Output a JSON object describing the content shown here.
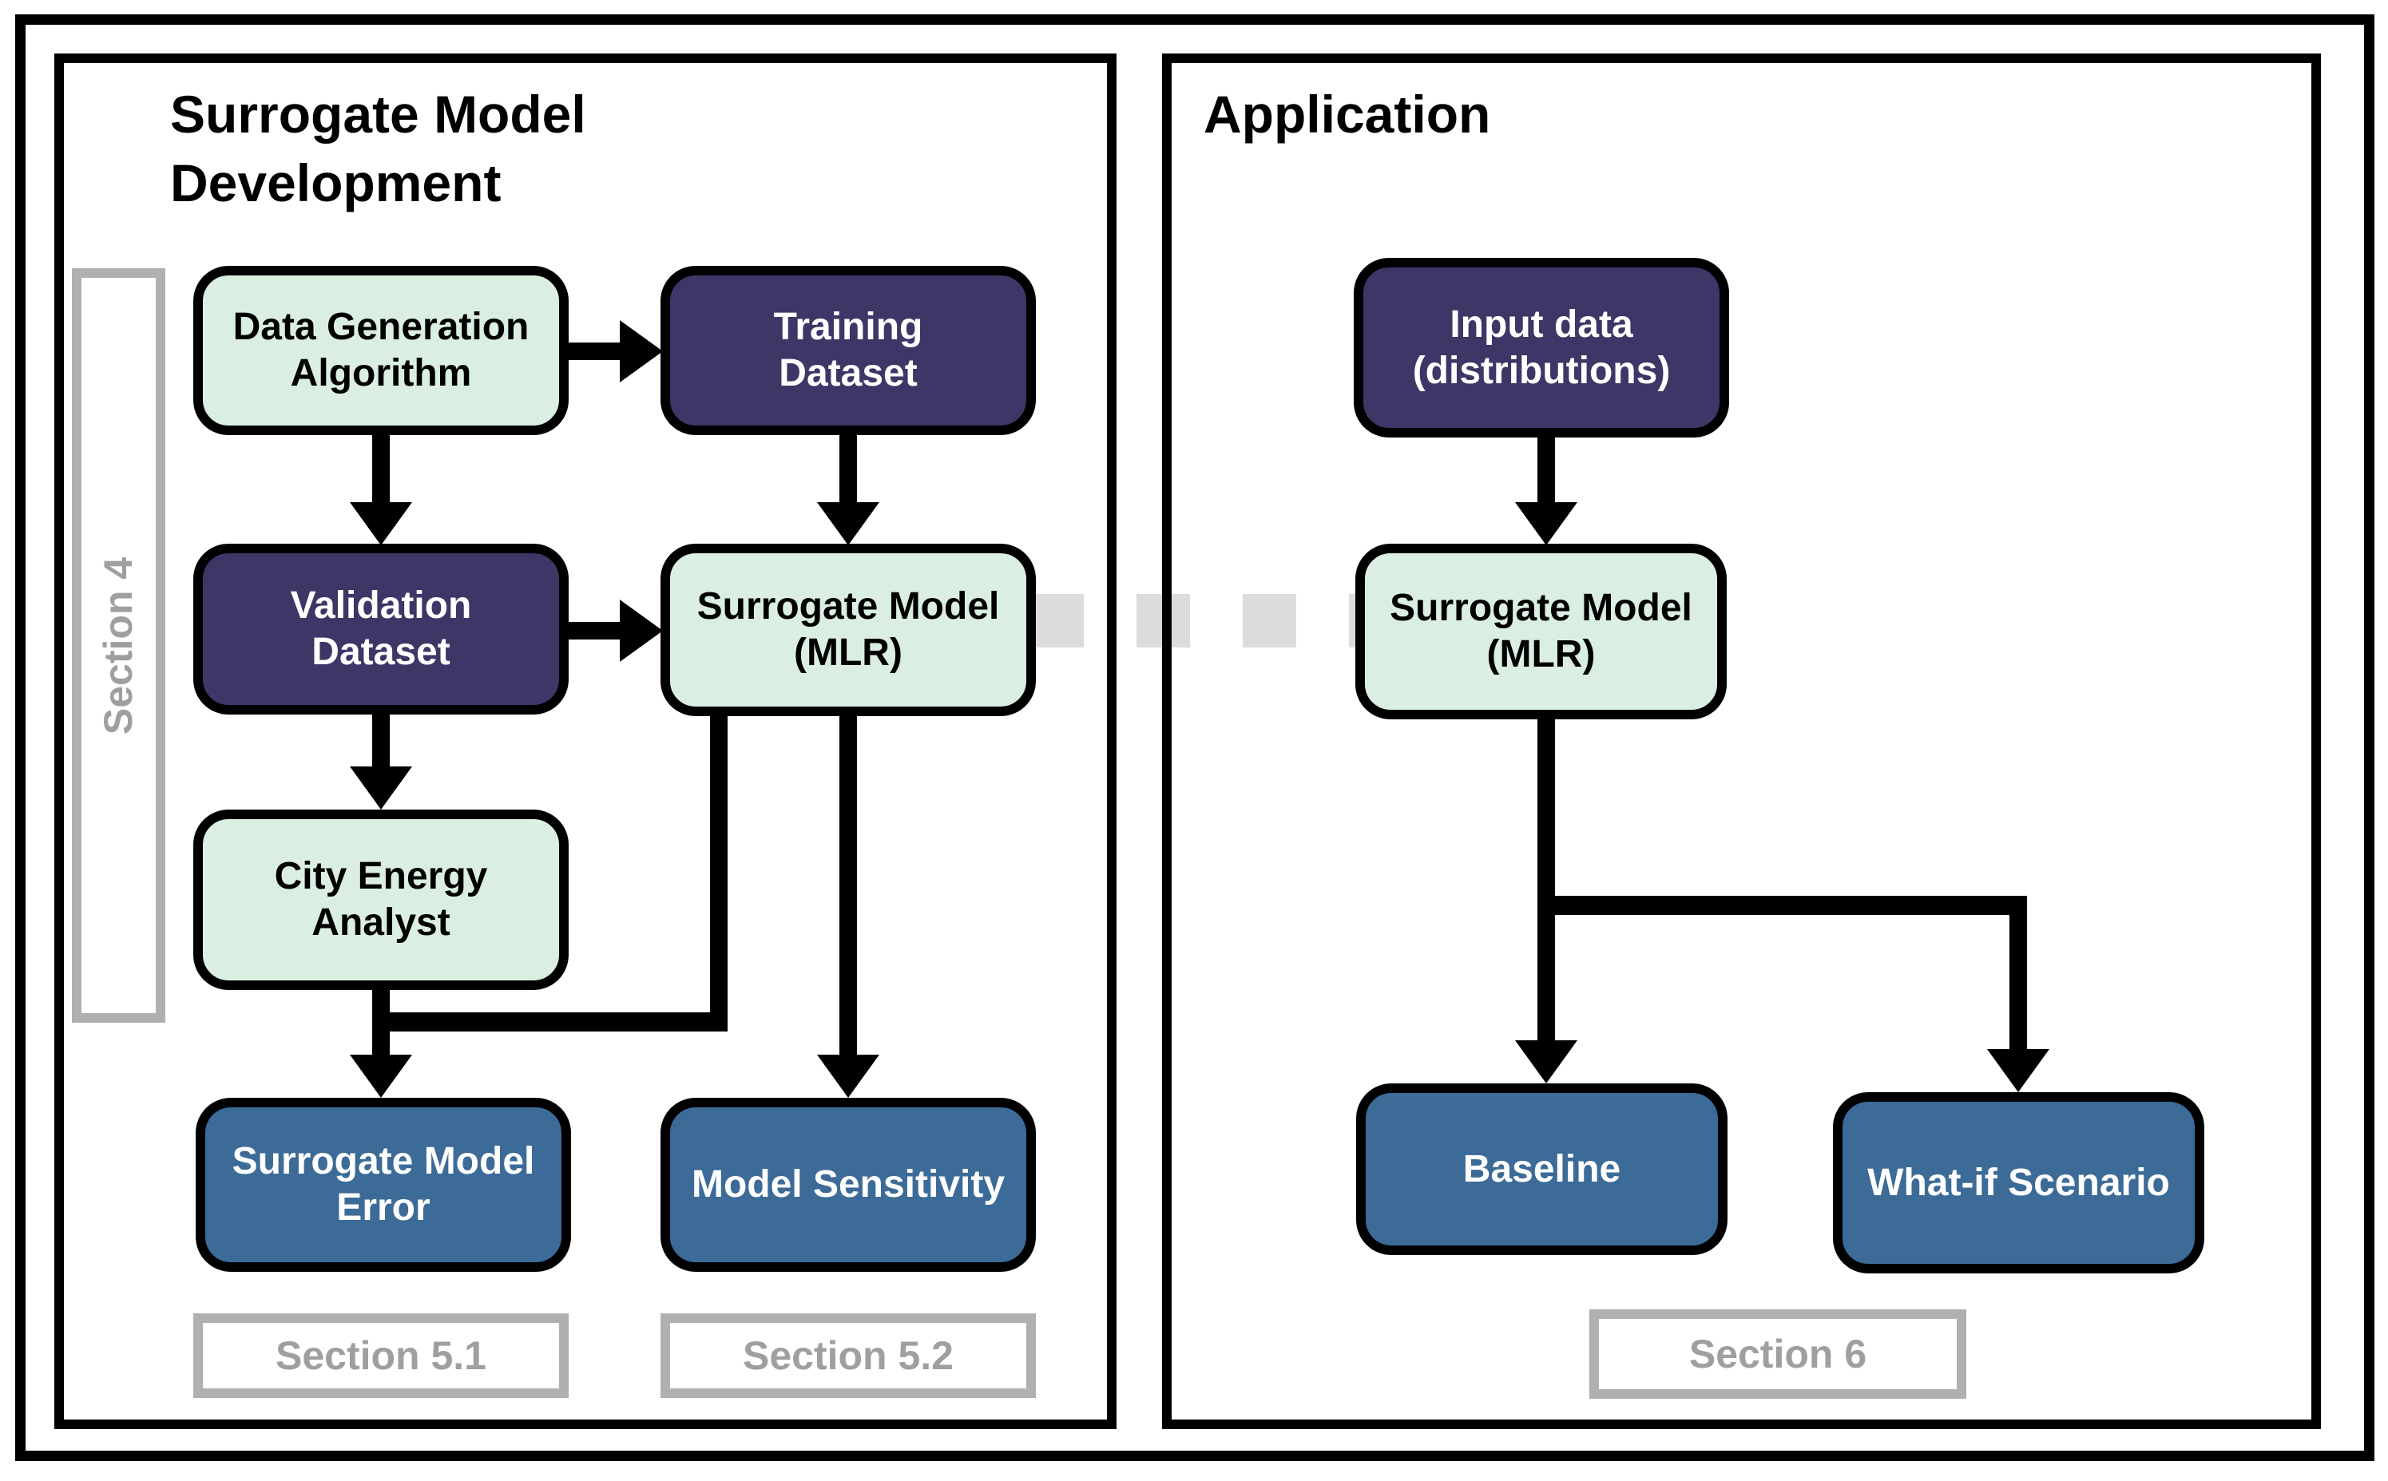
{
  "palette": {
    "green": "#dbeee2",
    "purple": "#3f3566",
    "blue": "#3c6b98",
    "ink": "#000000",
    "section-border": "#b0b0b0",
    "section-text": "#9f9f9f",
    "dash": "#dcdcdc"
  },
  "panels": {
    "development": {
      "title": "Surrogate Model\nDevelopment"
    },
    "application": {
      "title": "Application"
    }
  },
  "boxes": {
    "data_generation": {
      "label": "Data Generation\nAlgorithm"
    },
    "training": {
      "label": "Training\nDataset"
    },
    "validation": {
      "label": "Validation\nDataset"
    },
    "surrogate_dev": {
      "label": "Surrogate Model\n(MLR)"
    },
    "city_energy": {
      "label": "City Energy\nAnalyst"
    },
    "surrogate_error": {
      "label": "Surrogate Model\nError"
    },
    "sensitivity": {
      "label": "Model Sensitivity"
    },
    "input_data": {
      "label": "Input data\n(distributions)"
    },
    "surrogate_app": {
      "label": "Surrogate Model\n(MLR)"
    },
    "baseline": {
      "label": "Baseline"
    },
    "whatif": {
      "label": "What-if Scenario"
    }
  },
  "sections": {
    "s4": {
      "label": "Section 4"
    },
    "s51": {
      "label": "Section 5.1"
    },
    "s52": {
      "label": "Section 5.2"
    },
    "s6": {
      "label": "Section 6"
    }
  }
}
